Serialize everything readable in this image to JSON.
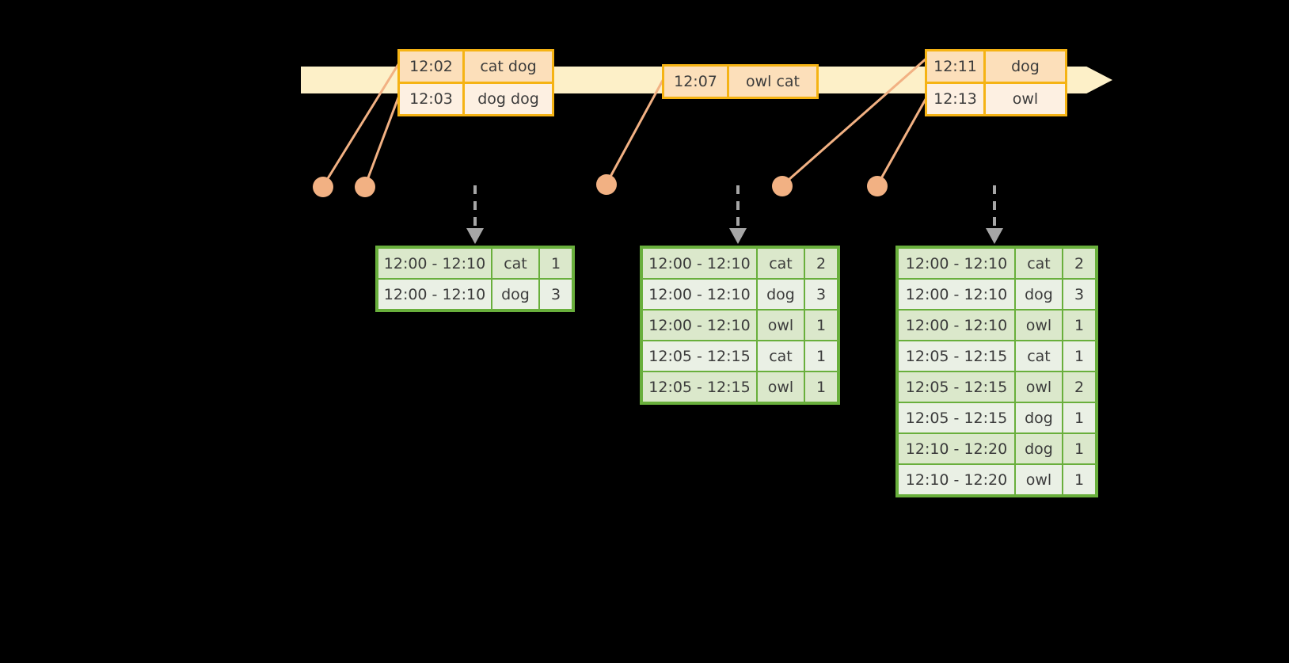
{
  "timeline": {
    "events": [
      {
        "id": "evt-1",
        "rows": [
          {
            "time": "12:02",
            "value": "cat dog"
          },
          {
            "time": "12:03",
            "value": "dog dog"
          }
        ]
      },
      {
        "id": "evt-2",
        "rows": [
          {
            "time": "12:07",
            "value": "owl cat"
          }
        ]
      },
      {
        "id": "evt-3",
        "rows": [
          {
            "time": "12:11",
            "value": "dog"
          },
          {
            "time": "12:13",
            "value": "owl"
          }
        ]
      }
    ]
  },
  "colors": {
    "timeline_fill": "#fdf0c8",
    "event_border": "#f5b314",
    "event_shade_a": "#fcdfba",
    "event_shade_b": "#fdf0e2",
    "connector": "#f2b183",
    "table_border": "#69af3c",
    "table_shade_a": "#dbe8cb",
    "table_shade_b": "#eaf0e5",
    "arrow_gray": "#a6a6a6",
    "text": "#3b3b3b",
    "background": "#000000"
  },
  "tables": [
    {
      "id": "tbl-1",
      "rows": [
        {
          "window": "12:00 - 12:10",
          "key": "cat",
          "count": "1"
        },
        {
          "window": "12:00 - 12:10",
          "key": "dog",
          "count": "3"
        }
      ]
    },
    {
      "id": "tbl-2",
      "rows": [
        {
          "window": "12:00 - 12:10",
          "key": "cat",
          "count": "2"
        },
        {
          "window": "12:00 - 12:10",
          "key": "dog",
          "count": "3"
        },
        {
          "window": "12:00 - 12:10",
          "key": "owl",
          "count": "1"
        },
        {
          "window": "12:05 - 12:15",
          "key": "cat",
          "count": "1"
        },
        {
          "window": "12:05 - 12:15",
          "key": "owl",
          "count": "1"
        }
      ]
    },
    {
      "id": "tbl-3",
      "rows": [
        {
          "window": "12:00 - 12:10",
          "key": "cat",
          "count": "2"
        },
        {
          "window": "12:00 - 12:10",
          "key": "dog",
          "count": "3"
        },
        {
          "window": "12:00 - 12:10",
          "key": "owl",
          "count": "1"
        },
        {
          "window": "12:05 - 12:15",
          "key": "cat",
          "count": "1"
        },
        {
          "window": "12:05 - 12:15",
          "key": "owl",
          "count": "2"
        },
        {
          "window": "12:05 - 12:15",
          "key": "dog",
          "count": "1"
        },
        {
          "window": "12:10 - 12:20",
          "key": "dog",
          "count": "1"
        },
        {
          "window": "12:10 - 12:20",
          "key": "owl",
          "count": "1"
        }
      ]
    }
  ]
}
